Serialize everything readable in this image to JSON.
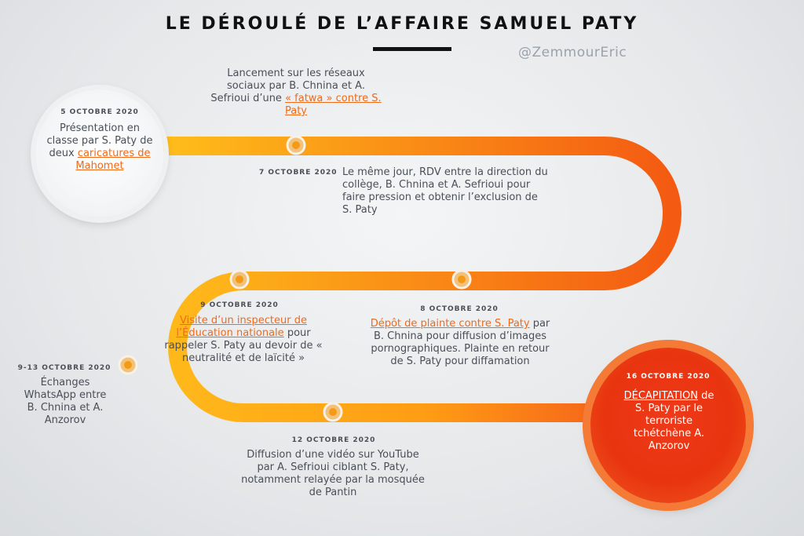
{
  "title": "LE DÉROULÉ DE L’AFFAIRE SAMUEL PATY",
  "handle": "@ZemmourEric",
  "colors": {
    "road_start": "#ffbf1a",
    "road_end": "#f45a12",
    "highlight": "#f06a1a",
    "final_circle": "#e8340f"
  },
  "events": {
    "oct5": {
      "date": "5 OCTOBRE 2020",
      "text_a": "Présentation en classe par S. Paty de deux",
      "text_hl": "caricatures de Mahomet"
    },
    "launch": {
      "text_a": "Lancement sur les réseaux sociaux par B. Chnina et A. Sefrioui d’une",
      "text_hl": "« fatwa » contre S. Paty"
    },
    "oct7": {
      "date": "7 OCTOBRE 2020",
      "text": "Le même jour, RDV entre la direction du collège, B. Chnina et A. Sefrioui pour faire pression et obtenir l’exclusion de S. Paty"
    },
    "oct9": {
      "date": "9 OCTOBRE 2020",
      "text_hl": "Visite d’un inspecteur de l’Éducation nationale",
      "text_b": "pour rappeler S. Paty au devoir de « neutralité et de laïcité »"
    },
    "oct8": {
      "date": "8 OCTOBRE 2020",
      "text_hl": "Dépôt de plainte contre S. Paty",
      "text_b": "par B. Chnina pour diffusion d’images pornographiques. Plainte en retour de S. Paty pour diffamation"
    },
    "oct9_13": {
      "date": "9-13 OCTOBRE 2020",
      "text": "Échanges WhatsApp entre B. Chnina et A. Anzorov"
    },
    "oct12": {
      "date": "12 OCTOBRE 2020",
      "text": "Diffusion d’une vidéo sur YouTube par A. Sefrioui ciblant S. Paty, notamment relayée par la mosquée de Pantin"
    },
    "oct16": {
      "date": "16 OCTOBRE 2020",
      "text_hl": "DÉCAPITATION",
      "text_b": "de S. Paty par le terroriste tchétchène A. Anzorov"
    }
  }
}
